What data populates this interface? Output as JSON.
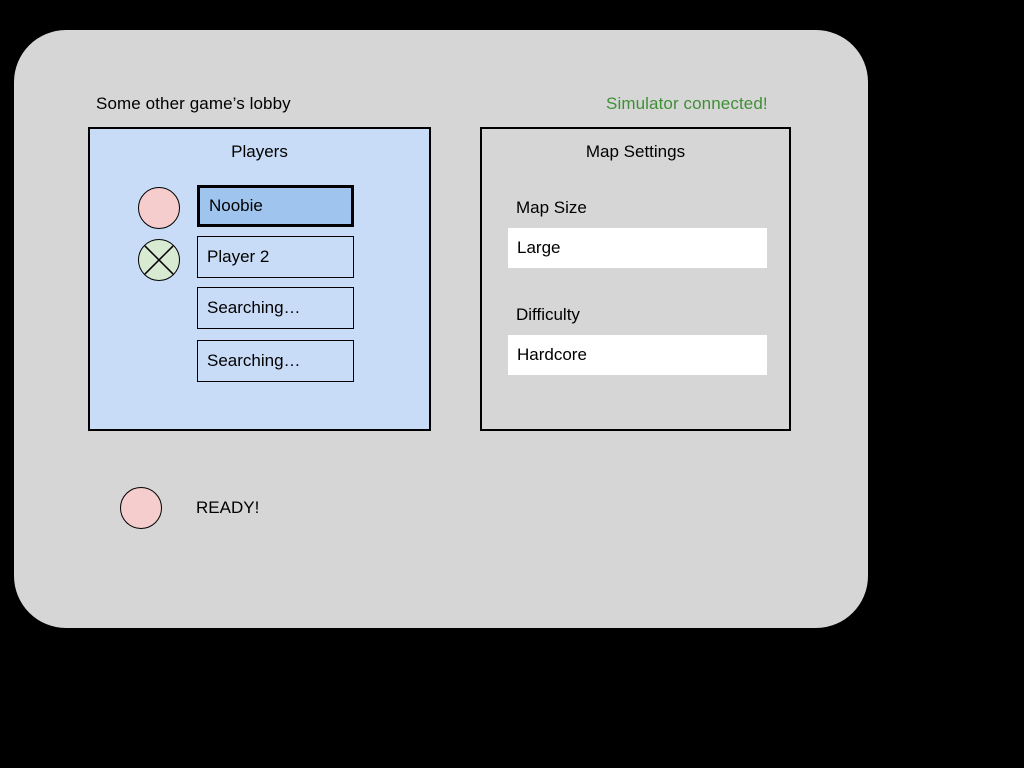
{
  "header": {
    "title": "Some other game’s lobby",
    "status_text": "Simulator connected!",
    "status_color": "#3f8f36"
  },
  "players_panel": {
    "heading": "Players",
    "background_color": "#c9dcf7",
    "selected_color": "#9fc5ef",
    "slots": [
      {
        "label": "Noobie",
        "selected": true,
        "avatar": {
          "name": "player-avatar-pink-circle",
          "color": "#f5cdcd",
          "mark": "none"
        }
      },
      {
        "label": "Player 2",
        "selected": false,
        "avatar": {
          "name": "player-avatar-green-cross-circle",
          "color": "#d9ead3",
          "mark": "x-cross"
        }
      },
      {
        "label": "Searching…",
        "selected": false,
        "avatar": null
      },
      {
        "label": "Searching…",
        "selected": false,
        "avatar": null
      }
    ]
  },
  "map_panel": {
    "heading": "Map Settings",
    "background_color": "#d6d6d6",
    "settings": [
      {
        "label": "Map Size",
        "value": "Large"
      },
      {
        "label": "Difficulty",
        "value": "Hardcore"
      }
    ]
  },
  "ready": {
    "label": "READY!",
    "dot_color": "#f5cdcd"
  }
}
